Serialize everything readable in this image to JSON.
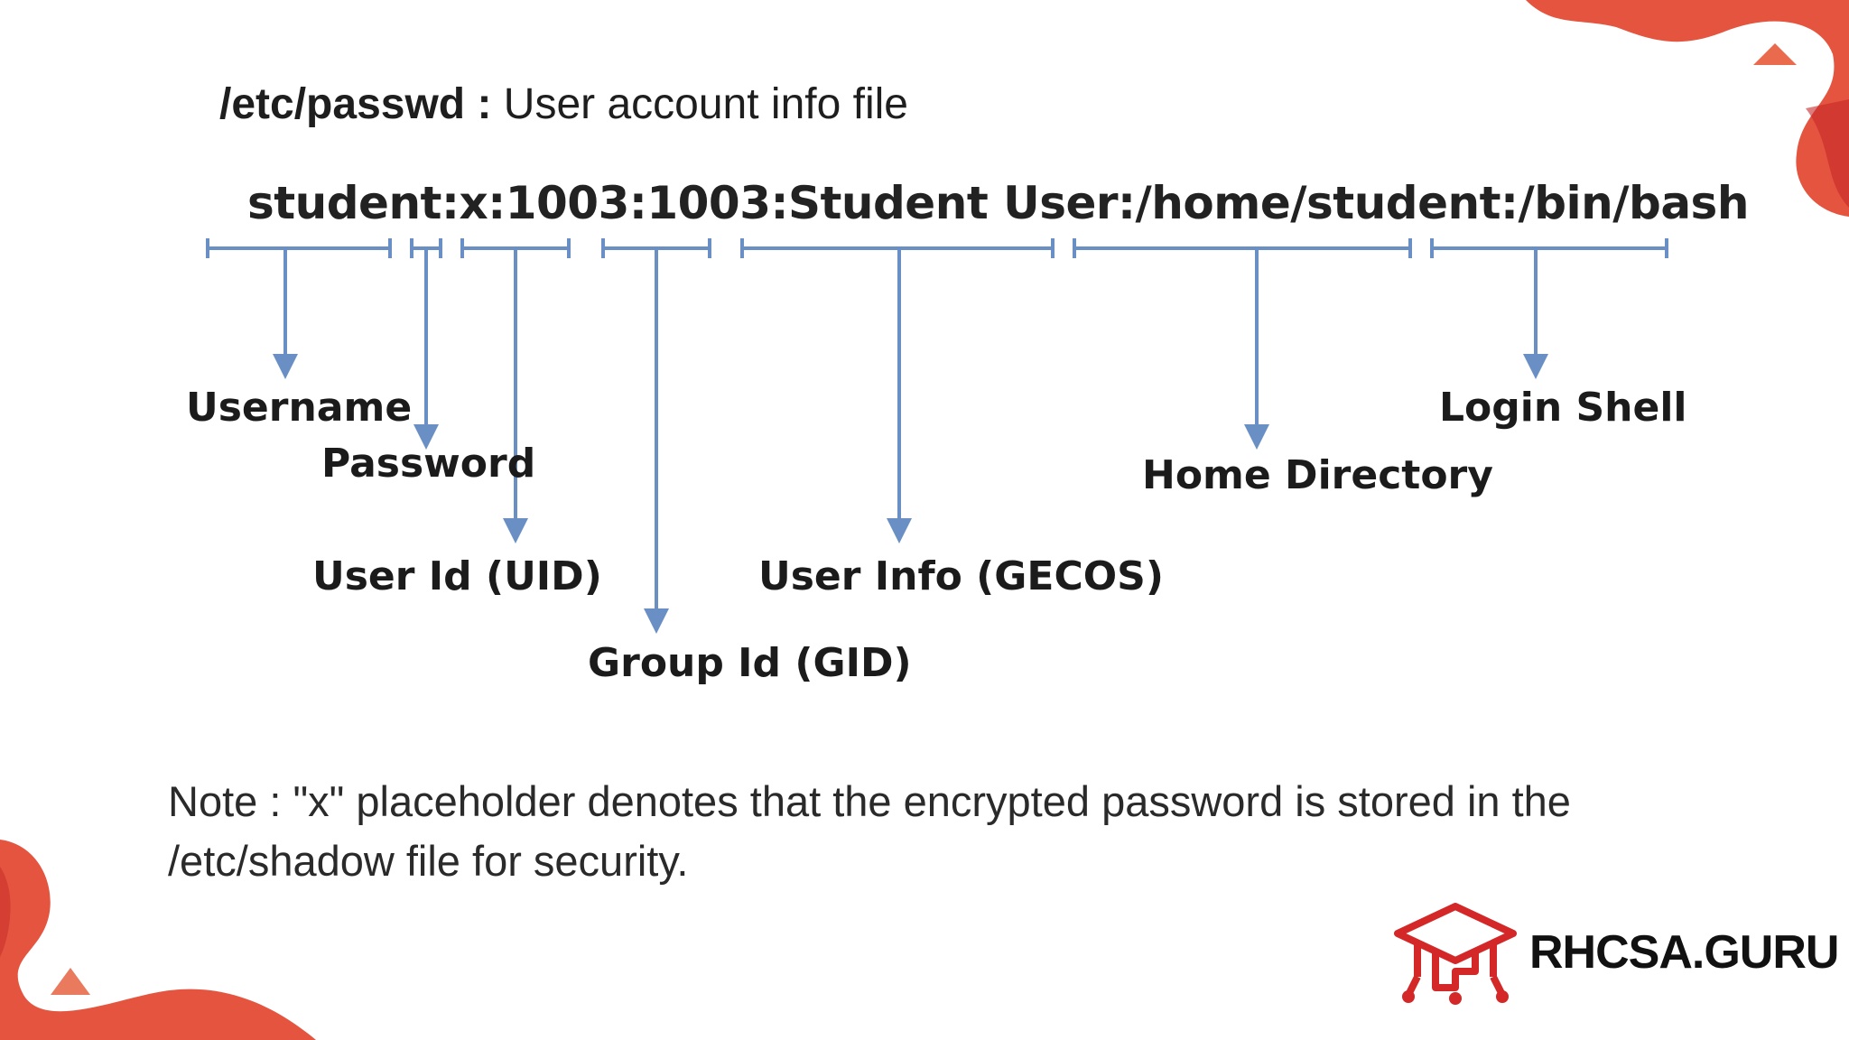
{
  "title": {
    "bold": "/etc/passwd :",
    "text": " User account info file"
  },
  "passwd_line": "student:x:1003:1003:Student User:/home/student:/bin/bash",
  "fields": [
    {
      "label": "Username"
    },
    {
      "label": "Password"
    },
    {
      "label": "User Id (UID)"
    },
    {
      "label": "Group Id (GID)"
    },
    {
      "label": "User Info (GECOS)"
    },
    {
      "label": "Home Directory"
    },
    {
      "label": "Login Shell"
    }
  ],
  "note": "Note : \"x\" placeholder denotes that the encrypted password is stored in the /etc/shadow file for security.",
  "brand": "RHCSA.GURU",
  "colors": {
    "arrow": "#6a8fc4",
    "accent": "#e2452f",
    "accent_dark": "#c62828",
    "text": "#1e1e1e"
  }
}
